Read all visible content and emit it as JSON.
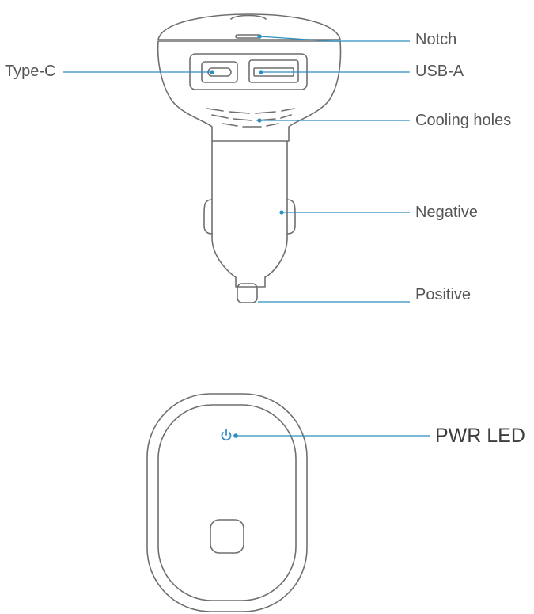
{
  "labels": {
    "notch": "Notch",
    "type_c": "Type-C",
    "usb_a": "USB-A",
    "cooling_holes": "Cooling holes",
    "negative": "Negative",
    "positive": "Positive",
    "pwr_led": "PWR LED"
  },
  "colors": {
    "outline": "#6f6f6f",
    "leader_line": "#2e8fc2",
    "label_text": "#555555",
    "power_icon": "#3a8fc4"
  },
  "icons": {
    "power": "power-icon"
  }
}
